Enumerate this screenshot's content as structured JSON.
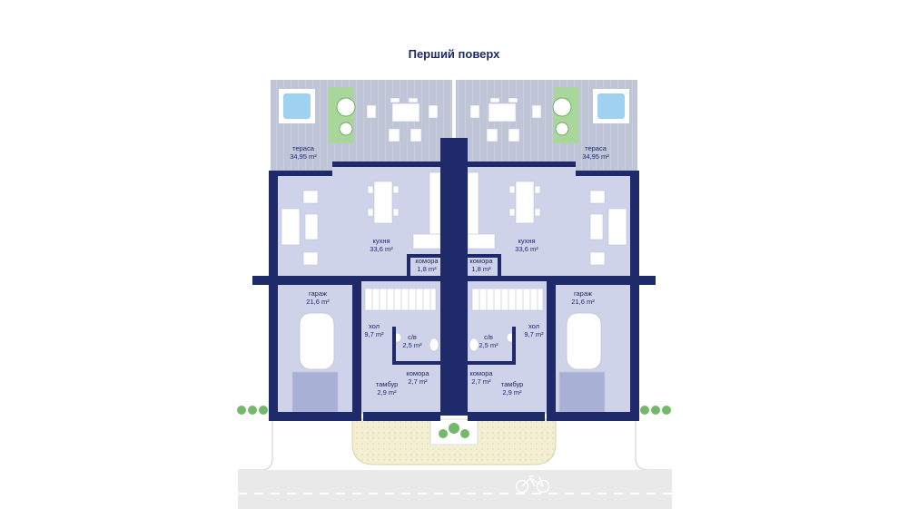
{
  "title": "Перший поверх",
  "colors": {
    "wall": "#1f2a6b",
    "floor": "#cfd3ea",
    "terrace": "#bfc4d6",
    "furniture": "#ffffff",
    "grass": "#74b96a",
    "paving": "#f3efd3",
    "road": "#e9e9e9"
  },
  "rooms": {
    "left": {
      "terrace": {
        "name": "тераса",
        "area": "34,95 m²"
      },
      "kitchen": {
        "name": "кухня",
        "area": "33,6 m²"
      },
      "pantry1": {
        "name": "комора",
        "area": "1,8 m²"
      },
      "garage": {
        "name": "гараж",
        "area": "21,6 m²"
      },
      "hall": {
        "name": "хол",
        "area": "9,7 m²"
      },
      "wc": {
        "name": "с/в",
        "area": "2,5 m²"
      },
      "pantry2": {
        "name": "комора",
        "area": "2,7 m²"
      },
      "vestibule": {
        "name": "тамбур",
        "area": "2,9 m²"
      }
    },
    "right": {
      "terrace": {
        "name": "тераса",
        "area": "34,95 m²"
      },
      "kitchen": {
        "name": "кухня",
        "area": "33,6 m²"
      },
      "pantry1": {
        "name": "комора",
        "area": "1,8 m²"
      },
      "garage": {
        "name": "гараж",
        "area": "21,6 m²"
      },
      "hall": {
        "name": "хол",
        "area": "9,7 m²"
      },
      "wc": {
        "name": "с/в",
        "area": "2,5 m²"
      },
      "pantry2": {
        "name": "комора",
        "area": "2,7 m²"
      },
      "vestibule": {
        "name": "тамбур",
        "area": "2,9 m²"
      }
    }
  },
  "icons": [
    "hot-tub-icon",
    "plant-icon",
    "dining-table-icon",
    "sofa-icon",
    "car-icon",
    "stairs-icon",
    "toilet-icon",
    "sink-icon",
    "bicycle-icon",
    "shrub-icon"
  ]
}
